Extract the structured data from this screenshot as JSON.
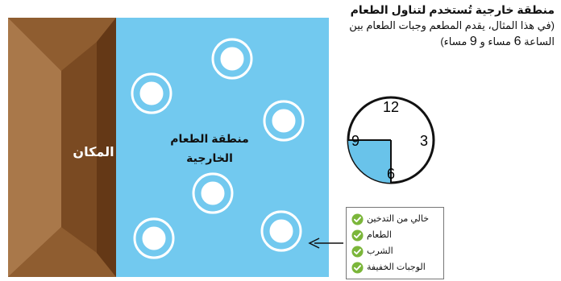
{
  "title": {
    "heading": "منطقة خارجية تُستخدم لتناول الطعام",
    "note_line1": "(في هذا المثال، يقدم المطعم وجبات الطعام بين",
    "note_line2_prefix": "الساعة",
    "note_line2_start": "6",
    "note_line2_mid": "مساء و",
    "note_line2_end": "9",
    "note_line2_suffix": "مساء)"
  },
  "venue_label": "المكان",
  "dining_area": {
    "line1": "منطقة الطعام",
    "line2": "الخارجية"
  },
  "clock": {
    "numbers": {
      "twelve": "12",
      "three": "3",
      "six": "6",
      "nine": "9"
    },
    "service_start_hour": 6,
    "service_end_hour": 9
  },
  "legend": {
    "items": [
      "خالي من التدخين",
      "الطعام",
      "الشرب",
      "الوجبات الخفيفة"
    ]
  },
  "colors": {
    "venue_dark": "#7a4a22",
    "venue_light": "#a9784a",
    "dining_area_fill": "#72c9ef",
    "table_ring": "#ffffff",
    "clock_fill": "#69c3ea",
    "check_green": "#7bb63a"
  },
  "icons": [
    "table-icon",
    "clock-icon",
    "check-icon",
    "arrow-left-icon"
  ]
}
